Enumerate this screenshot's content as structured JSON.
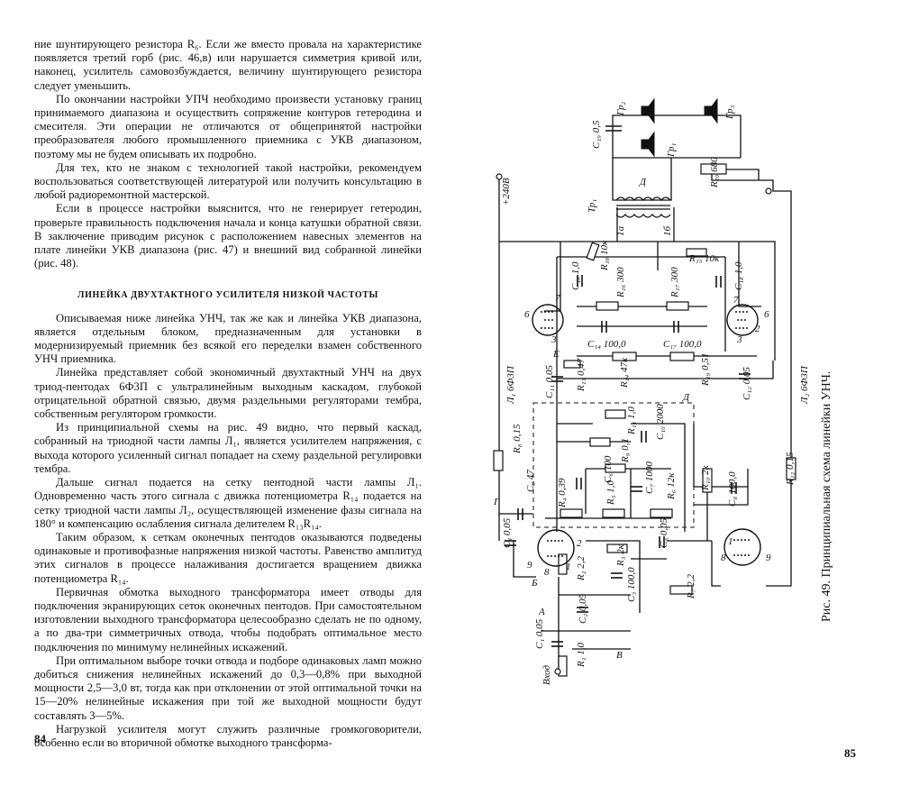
{
  "left_page": {
    "paragraphs_before": [
      "ние шунтирующего резистора R₆. Если же вместо провала на характеристике появляется третий горб (рис. 46,в) или нарушается симметрия кривой или, наконец, усилитель самовозбуждается, величину шунтирующего резистора следует уменьшить.",
      "По окончании настройки УПЧ необходимо произвести установку границ принимаемого диапазона и осуществить сопряжение контуров гетеродина и смесителя. Эти операции не отличаются от общепринятой настройки преобразователя любого промышленного приемника с УКВ диапазоном, поэтому мы не будем описывать их подробно.",
      "Для тех, кто не знаком с технологией такой настройки, рекомендуем воспользоваться соответствующей литературой или получить консультацию в любой радиоремонтной мастерской.",
      "Если в процессе настройки выяснится, что не генерирует гетеродин, проверьте правильность подключения начала и конца катушки обратной связи. В заключение приводим рисунок с расположением навесных элементов на плате линейки УКВ диапазона (рис. 47) и внешний вид собранной линейки (рис. 48)."
    ],
    "heading": "Линейка двухтактного усилителя низкой частоты",
    "paragraphs_after": [
      "Описываемая ниже линейка УНЧ, так же как и линейка УКВ диапазона, является отдельным блоком, предназначенным для установки в модернизируемый приемник без всякой его переделки взамен собственного УНЧ приемника.",
      "Линейка представляет собой экономичный двухтактный УНЧ на двух триод-пентодах 6Ф3П с ультралинейным выходным каскадом, глубокой отрицательной обратной связью, двумя раздельными регуляторами тембра, собственным регулятором громкости.",
      "Из принципиальной схемы на рис. 49 видно, что первый каскад, собранный на триодной части лампы Л₁, является усилителем напряжения, с выхода которого усиленный сигнал попадает на схему раздельной регулировки тембра.",
      "Дальше сигнал подается на сетку пентодной части лампы Л₁. Одновременно часть этого сигнала с движка потенциометра R₁₄ подается на сетку триодной части лампы Л₂, осуществляющей изменение фазы сигнала на 180° и компенсацию ослабления сигнала делителем R₁₃R₁₄.",
      "Таким образом, к сеткам оконечных пентодов оказываются подведены одинаковые и противофазные напряжения низкой частоты. Равенство амплитуд этих сигналов в процессе налаживания достигается вращением движка потенциометра R₁₄.",
      "Первичная обмотка выходного трансформатора имеет отводы для подключения экранирующих сеток оконечных пентодов. При самостоятельном изготовлении выходного трансформатора целесообразно сделать не по одному, а по два-три симметричных отвода, чтобы подобрать оптимальное место подключения по минимуму нелинейных искажений.",
      "При оптимальном выборе точки отвода и подборе одинаковых ламп можно добиться снижения нелинейных искажений до 0,3—0,8% при выходной мощности 2,5—3,0 вт, тогда как при отклонении от этой оптимальной точки на 15—20% нелинейные искажения при той же выходной мощности будут составлять 3—5%.",
      "Нагрузкой усилителя могут служить различные громкоговорители, особенно если во вторичной обмотке выходного трансформа-"
    ],
    "page_number": "84"
  },
  "right_page": {
    "page_number": "85",
    "caption": "Рис. 49. Принципиальная схема линейки УНЧ.",
    "labels": {
      "gr2": "Гр₂",
      "gr3": "Гр₃",
      "gr1": "Гр₁",
      "c19": "С₁₉ 0,5",
      "r20": "R₂₀ 680",
      "d": "Д",
      "plus240": "+240В",
      "tr1": "Тр₁",
      "t1a": "1а",
      "t1b": "1б",
      "c16": "С₁₆ 1,0",
      "r18": "R₁₈ 10к",
      "r15": "R₁₅ 10к",
      "c18": "С₁₈ 1,0",
      "r16": "R₁₆ 300",
      "r17": "R₁₇ 300",
      "c14": "С₁₄ 100,0",
      "c17": "С₁₇ 100,0",
      "e": "Е",
      "c11": "С₁₁ 0,05",
      "r13": "R₁₃ 0,47",
      "r14": "R₁₄ 47к",
      "r19": "R₁₉ 0,51",
      "c12": "С₁₂ 0,05",
      "l1": "Л₁ 6Ф3П",
      "l2": "Л₂ 6Ф3П",
      "r11": "R₁₁ 1,0",
      "c10": "С₁₀ 2000",
      "dd": "Д",
      "r8": "R₈ 0,15",
      "c9": "С₉ 47",
      "c6": "С₆ 100",
      "r9": "R₉ 0,1",
      "c7": "С₇ 1000",
      "r6": "R₆ 12к",
      "r4": "R₄ 0,39",
      "r5": "R₅ 1,0",
      "r10": "R₁₀ 2к",
      "c8": "С₈ 100,0",
      "r12": "R₁₂ 0,15",
      "g": "Г",
      "c4": "С₄ 0,05",
      "c5": "С₅ 0,05",
      "r2": "R₂ 2,2",
      "r3": "R₃ 2к",
      "c3": "С₃ 100,0",
      "r7": "R₇ 2,2",
      "b": "Б",
      "a": "А",
      "c2": "С₂ 0,05",
      "c1": "С₁ 0,05",
      "r1": "R₁ 1,0",
      "vhod": "Вход",
      "v": "В",
      "p9a": "9",
      "p8a": "8",
      "p1a": "1",
      "p2a": "2",
      "p9b": "9",
      "p8b": "8",
      "p1b": "1",
      "p6a": "6",
      "p7a": "7",
      "p3a": "3",
      "p6b": "6",
      "p7b": "7",
      "p3b": "3",
      "p2b": "2"
    }
  }
}
